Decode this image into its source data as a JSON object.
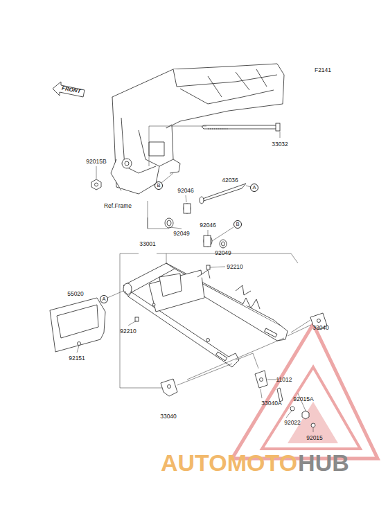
{
  "diagram": {
    "nodes": [
      {
        "text": [
          "FRONT"
        ]
      },
      {
        "text": [
          "B"
        ]
      },
      {
        "text": [
          "A"
        ]
      },
      {
        "text": [
          "B"
        ]
      },
      {
        "text": [
          "A"
        ]
      }
    ],
    "labels": [
      "F2141",
      "33032",
      "92015B",
      "42036",
      "92046",
      "Ref.Frame",
      "92049",
      "92046",
      "92049",
      "33001",
      "92210",
      "55020",
      "92210",
      "92151",
      "33040",
      "11012",
      "92015A",
      "33040A",
      "92022",
      "92015",
      "33040",
      "AUTOMOTO",
      "HUB"
    ]
  }
}
